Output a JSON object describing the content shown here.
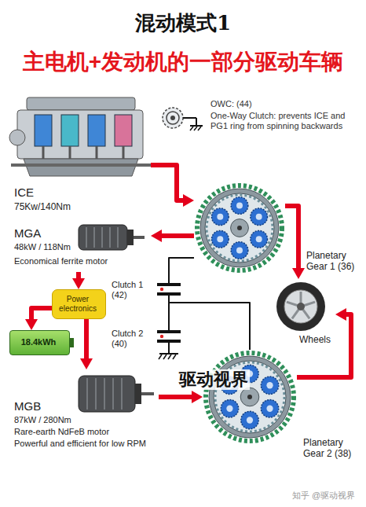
{
  "diagram": {
    "title": "混动模式1",
    "nodes": [
      {
        "text": [
          "ICE",
          "75Kw/140Nm"
        ]
      },
      {
        "text": [
          "OWC: (44)",
          "One-Way Clutch: prevents ICE and PG1 ring from spinning backwards"
        ]
      },
      {
        "text": [
          "MGA",
          "48kW / 118Nm",
          "Economical ferrite motor"
        ]
      },
      {
        "text": [
          "Planetary Gear 1 (36)"
        ]
      },
      {
        "text": [
          "Power electronics"
        ]
      },
      {
        "text": [
          "Clutch 1 (42)"
        ]
      },
      {
        "text": [
          "Wheels"
        ]
      },
      {
        "text": [
          "18.4kWh"
        ]
      },
      {
        "text": [
          "Clutch 2 (40)"
        ]
      },
      {
        "text": [
          "Planetary Gear 2 (38)"
        ]
      },
      {
        "text": [
          "MGB",
          "87kW / 280Nm",
          "Rare-earth NdFeB motor",
          "Powerful and efficient for low RPM"
        ]
      }
    ],
    "edges": [
      {
        "from": 0,
        "to": 3,
        "arrow": "to"
      },
      {
        "from": 3,
        "to": 2,
        "arrow": "to"
      },
      {
        "from": 2,
        "to": 4,
        "arrow": "to"
      },
      {
        "from": 4,
        "to": 7,
        "arrow": "to"
      },
      {
        "from": 4,
        "to": 10,
        "arrow": "to"
      },
      {
        "from": 10,
        "to": 9,
        "arrow": "to"
      },
      {
        "from": 3,
        "to": 6,
        "arrow": "to"
      },
      {
        "from": 9,
        "to": 6,
        "arrow": "to"
      },
      {
        "from": 3,
        "to": 5,
        "arrow": "none"
      },
      {
        "from": 5,
        "to": 8,
        "arrow": "none"
      },
      {
        "from": 5,
        "to": 9,
        "arrow": "none"
      }
    ],
    "labels": [
      "主电机+发动机的一部分驱动车辆",
      "驱动视界",
      "知乎 @驱动视界"
    ]
  }
}
